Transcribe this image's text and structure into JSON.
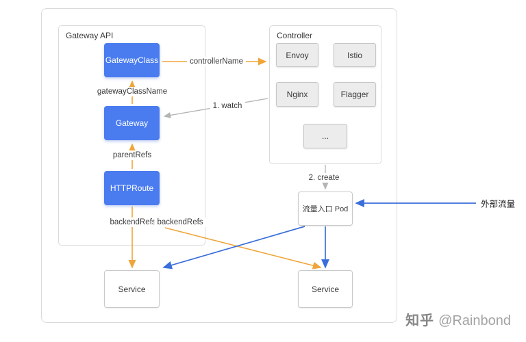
{
  "groups": {
    "gateway_api": "Gateway API",
    "controller": "Controller"
  },
  "nodes": {
    "gateway_class": "GatewayClass",
    "gateway": "Gateway",
    "http_route": "HTTPRoute",
    "envoy": "Envoy",
    "istio": "Istio",
    "nginx": "Nginx",
    "flagger": "Flagger",
    "more": "...",
    "ingress_pod": "流量入口 Pod",
    "service_left": "Service",
    "service_right": "Service"
  },
  "labels": {
    "controller_name": "controllerName",
    "gateway_class_name": "gatewayClassName",
    "parent_refs": "parentRefs",
    "backend_refs_left": "backendRefs",
    "backend_refs_right": "backendRefs",
    "watch": "1. watch",
    "create": "2. create",
    "external_traffic": "外部流量"
  },
  "colors": {
    "node_blue": "#4a7cf0",
    "arrow_orange": "#f0a53a",
    "arrow_blue": "#3a6edb",
    "arrow_gray": "#b4b4b4"
  },
  "watermark": {
    "brand": "知乎",
    "handle": "@Rainbond"
  }
}
